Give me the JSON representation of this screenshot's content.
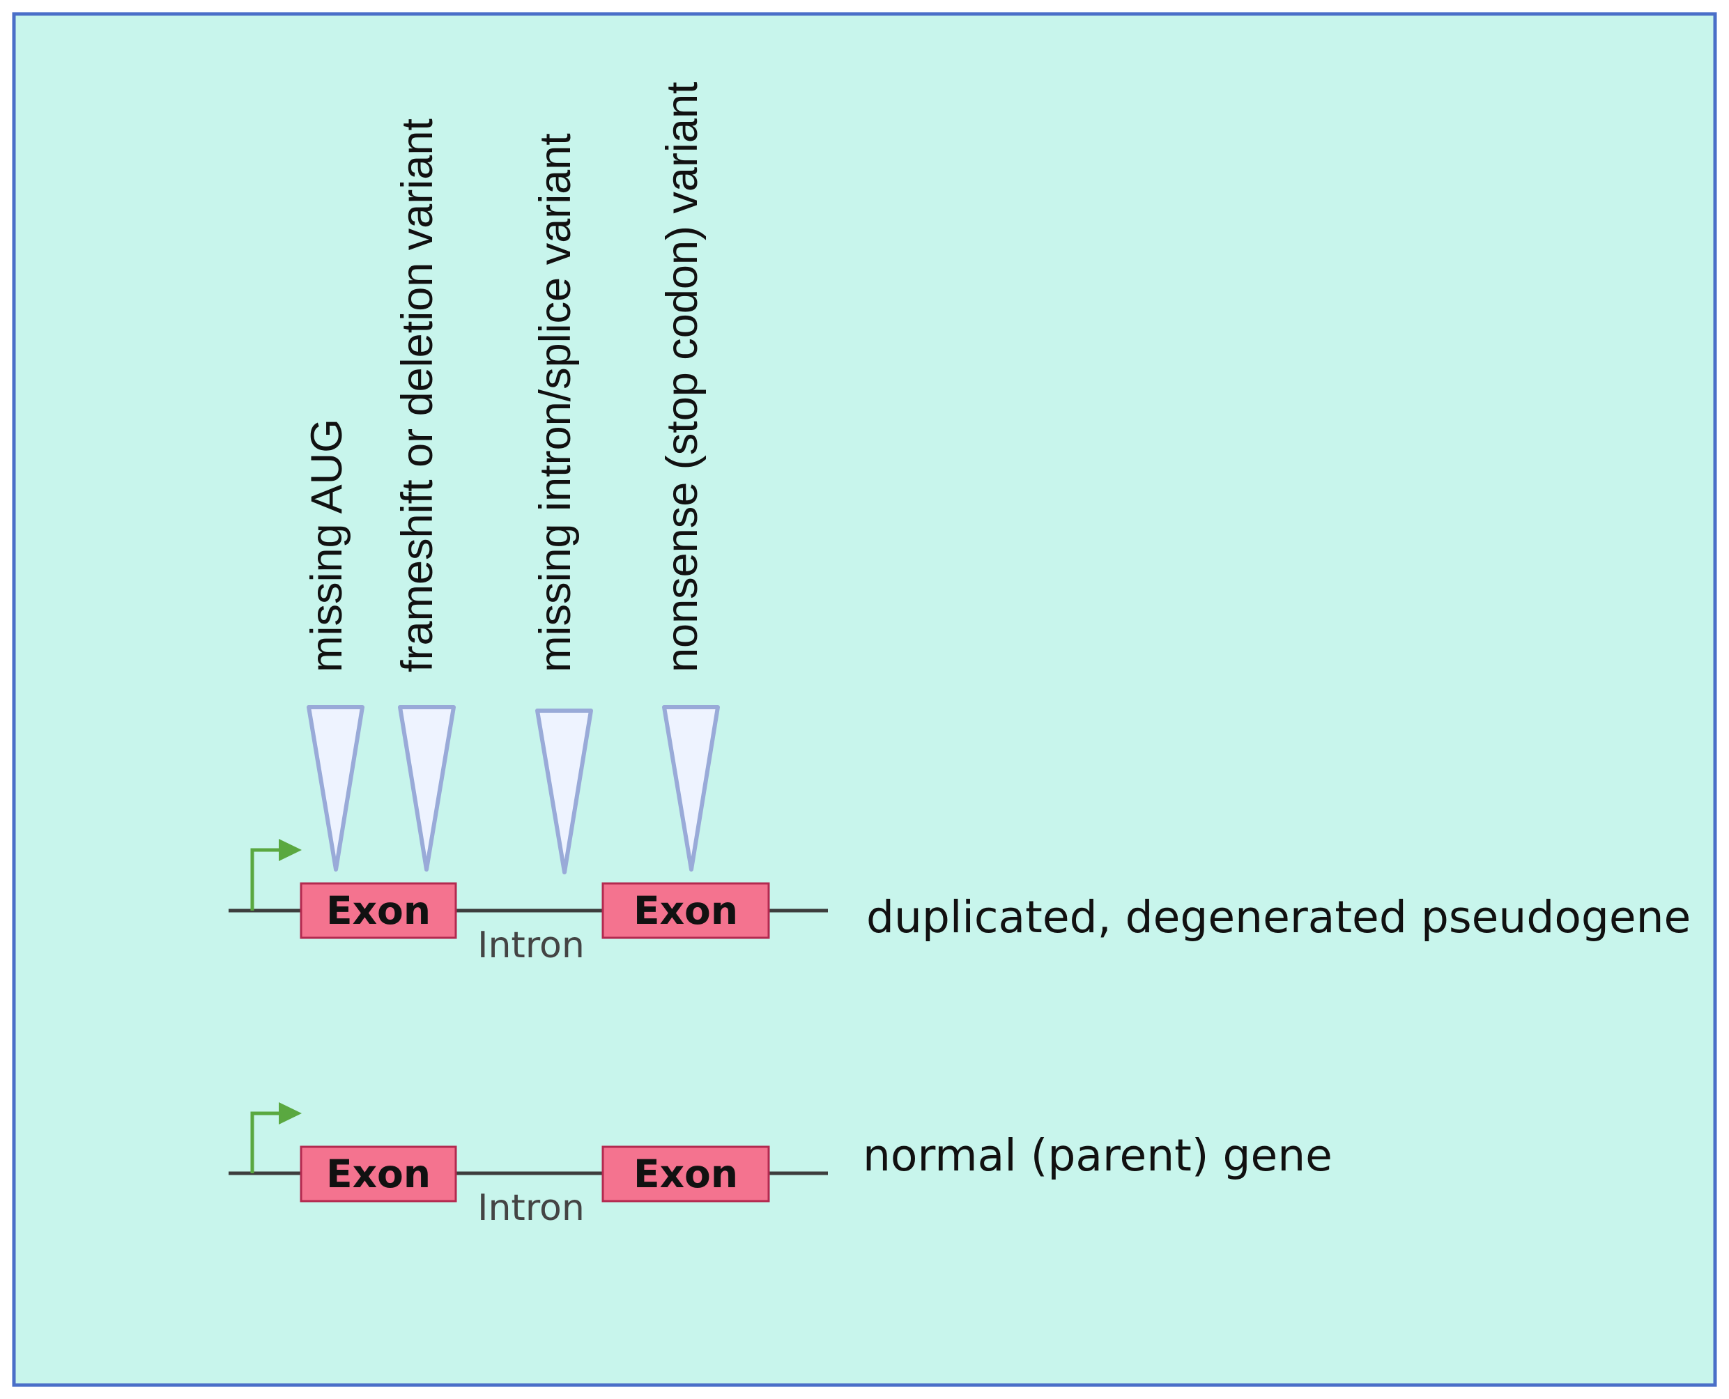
{
  "colors": {
    "background": "#c8f5ec",
    "frame_border": "#4a6fc8",
    "exon_fill": "#f4738f",
    "exon_stroke": "#b3294f",
    "gene_line": "#3d3d3d",
    "promoter_arrow": "#5aa840",
    "marker_fill": "#eef3ff",
    "marker_stroke": "#99aad8"
  },
  "variant_labels": [
    "missing AUG",
    "frameshift or deletion variant",
    "missing intron/splice variant",
    "nonsense (stop codon) variant"
  ],
  "pseudogene": {
    "exon1_label": "Exon",
    "exon2_label": "Exon",
    "intron_label": "Intron",
    "gene_label": "duplicated, degenerated pseudogene",
    "promoter_icon": "promoter-arrow-icon",
    "marker_icon": "variant-marker-triangle-icon"
  },
  "parent_gene": {
    "exon1_label": "Exon",
    "exon2_label": "Exon",
    "intron_label": "Intron",
    "gene_label": "normal (parent) gene",
    "promoter_icon": "promoter-arrow-icon"
  }
}
